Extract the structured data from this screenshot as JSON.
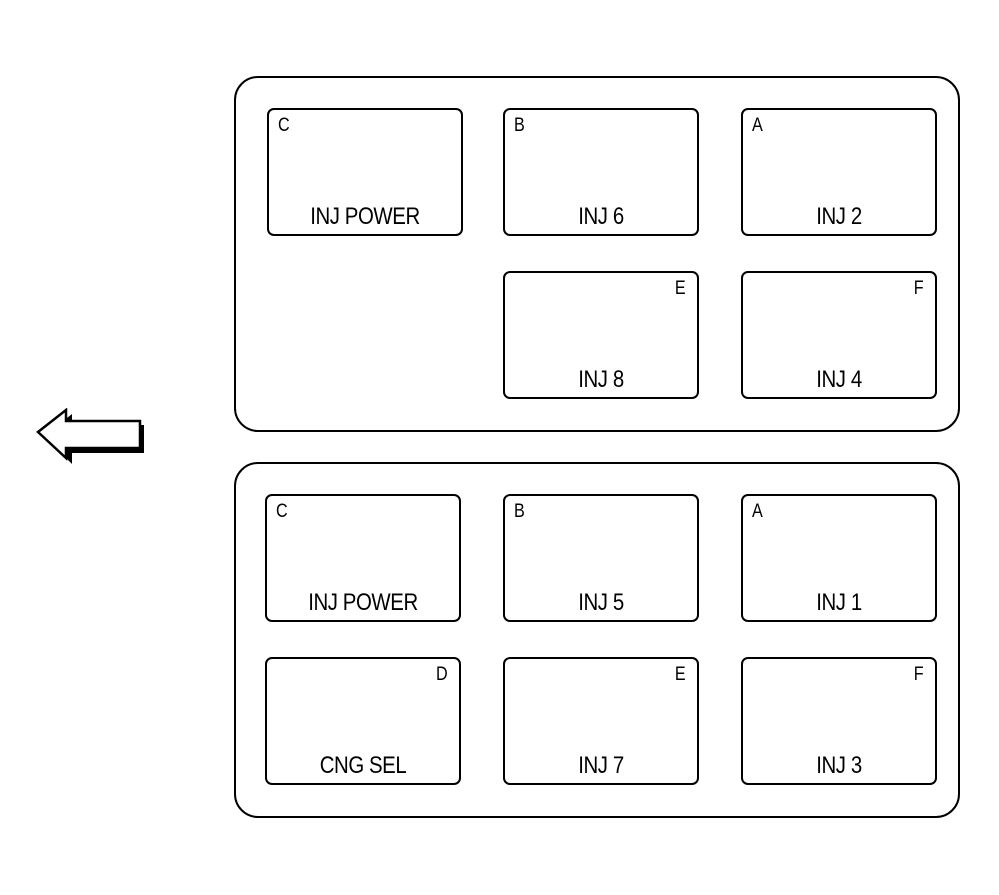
{
  "connectors": [
    {
      "cavities": [
        {
          "pin": "C",
          "label": "INJ POWER",
          "pin_side": "left"
        },
        {
          "pin": "B",
          "label": "INJ 6",
          "pin_side": "left"
        },
        {
          "pin": "A",
          "label": "INJ 2",
          "pin_side": "left"
        },
        {
          "pin": "E",
          "label": "INJ 8",
          "pin_side": "right"
        },
        {
          "pin": "F",
          "label": "INJ 4",
          "pin_side": "right"
        }
      ]
    },
    {
      "cavities": [
        {
          "pin": "C",
          "label": "INJ POWER",
          "pin_side": "left"
        },
        {
          "pin": "B",
          "label": "INJ 5",
          "pin_side": "left"
        },
        {
          "pin": "A",
          "label": "INJ 1",
          "pin_side": "left"
        },
        {
          "pin": "D",
          "label": "CNG SEL",
          "pin_side": "right"
        },
        {
          "pin": "E",
          "label": "INJ 7",
          "pin_side": "right"
        },
        {
          "pin": "F",
          "label": "INJ 3",
          "pin_side": "right"
        }
      ]
    }
  ],
  "arrow": {
    "direction": "left"
  }
}
